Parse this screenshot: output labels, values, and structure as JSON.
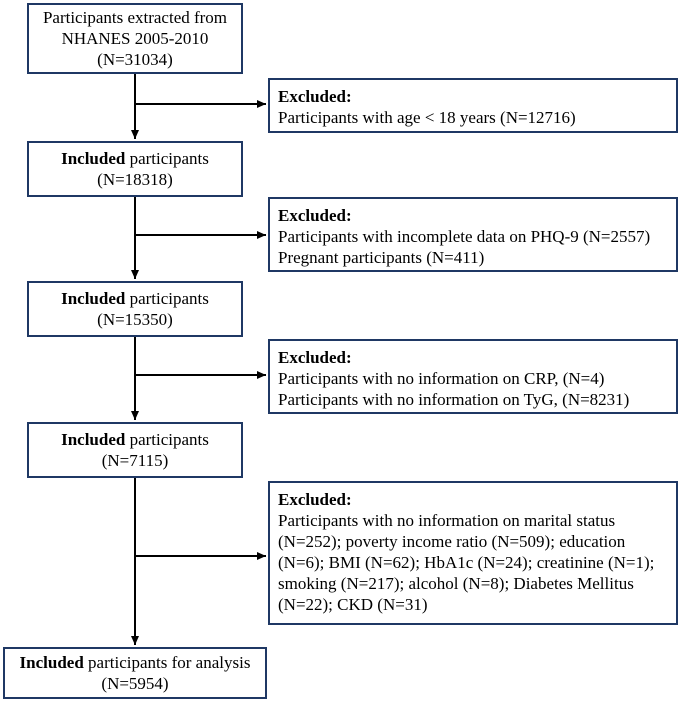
{
  "boxes": {
    "start": {
      "lines": [
        "Participants extracted from",
        "NHANES 2005-2010",
        "(N=31034)"
      ]
    },
    "included_1": {
      "bold": "Included",
      "rest": " participants",
      "count": "(N=18318)"
    },
    "included_2": {
      "bold": "Included",
      "rest": " participants",
      "count": "(N=15350)"
    },
    "included_3": {
      "bold": "Included",
      "rest": " participants",
      "count": "(N=7115)"
    },
    "final": {
      "bold": "Included",
      "rest": " participants for analysis",
      "count": "(N=5954)"
    }
  },
  "exclusions": [
    {
      "title": "Excluded:",
      "lines": [
        "Participants with age < 18 years (N=12716)"
      ]
    },
    {
      "title": "Excluded:",
      "lines": [
        "Participants with incomplete data on PHQ-9 (N=2557)",
        "Pregnant participants (N=411)"
      ]
    },
    {
      "title": "Excluded:",
      "lines": [
        "Participants with no information on CRP, (N=4)",
        "Participants with no information on TyG, (N=8231)"
      ]
    },
    {
      "title": "Excluded:",
      "lines": [
        "Participants with no information on marital status",
        "(N=252); poverty income ratio (N=509); education",
        "(N=6); BMI (N=62); HbA1c (N=24); creatinine (N=1);",
        "smoking (N=217); alcohol  (N=8); Diabetes Mellitus",
        "(N=22); CKD (N=31)"
      ]
    }
  ],
  "colors": {
    "border": "#1f3864",
    "line": "#000000"
  }
}
